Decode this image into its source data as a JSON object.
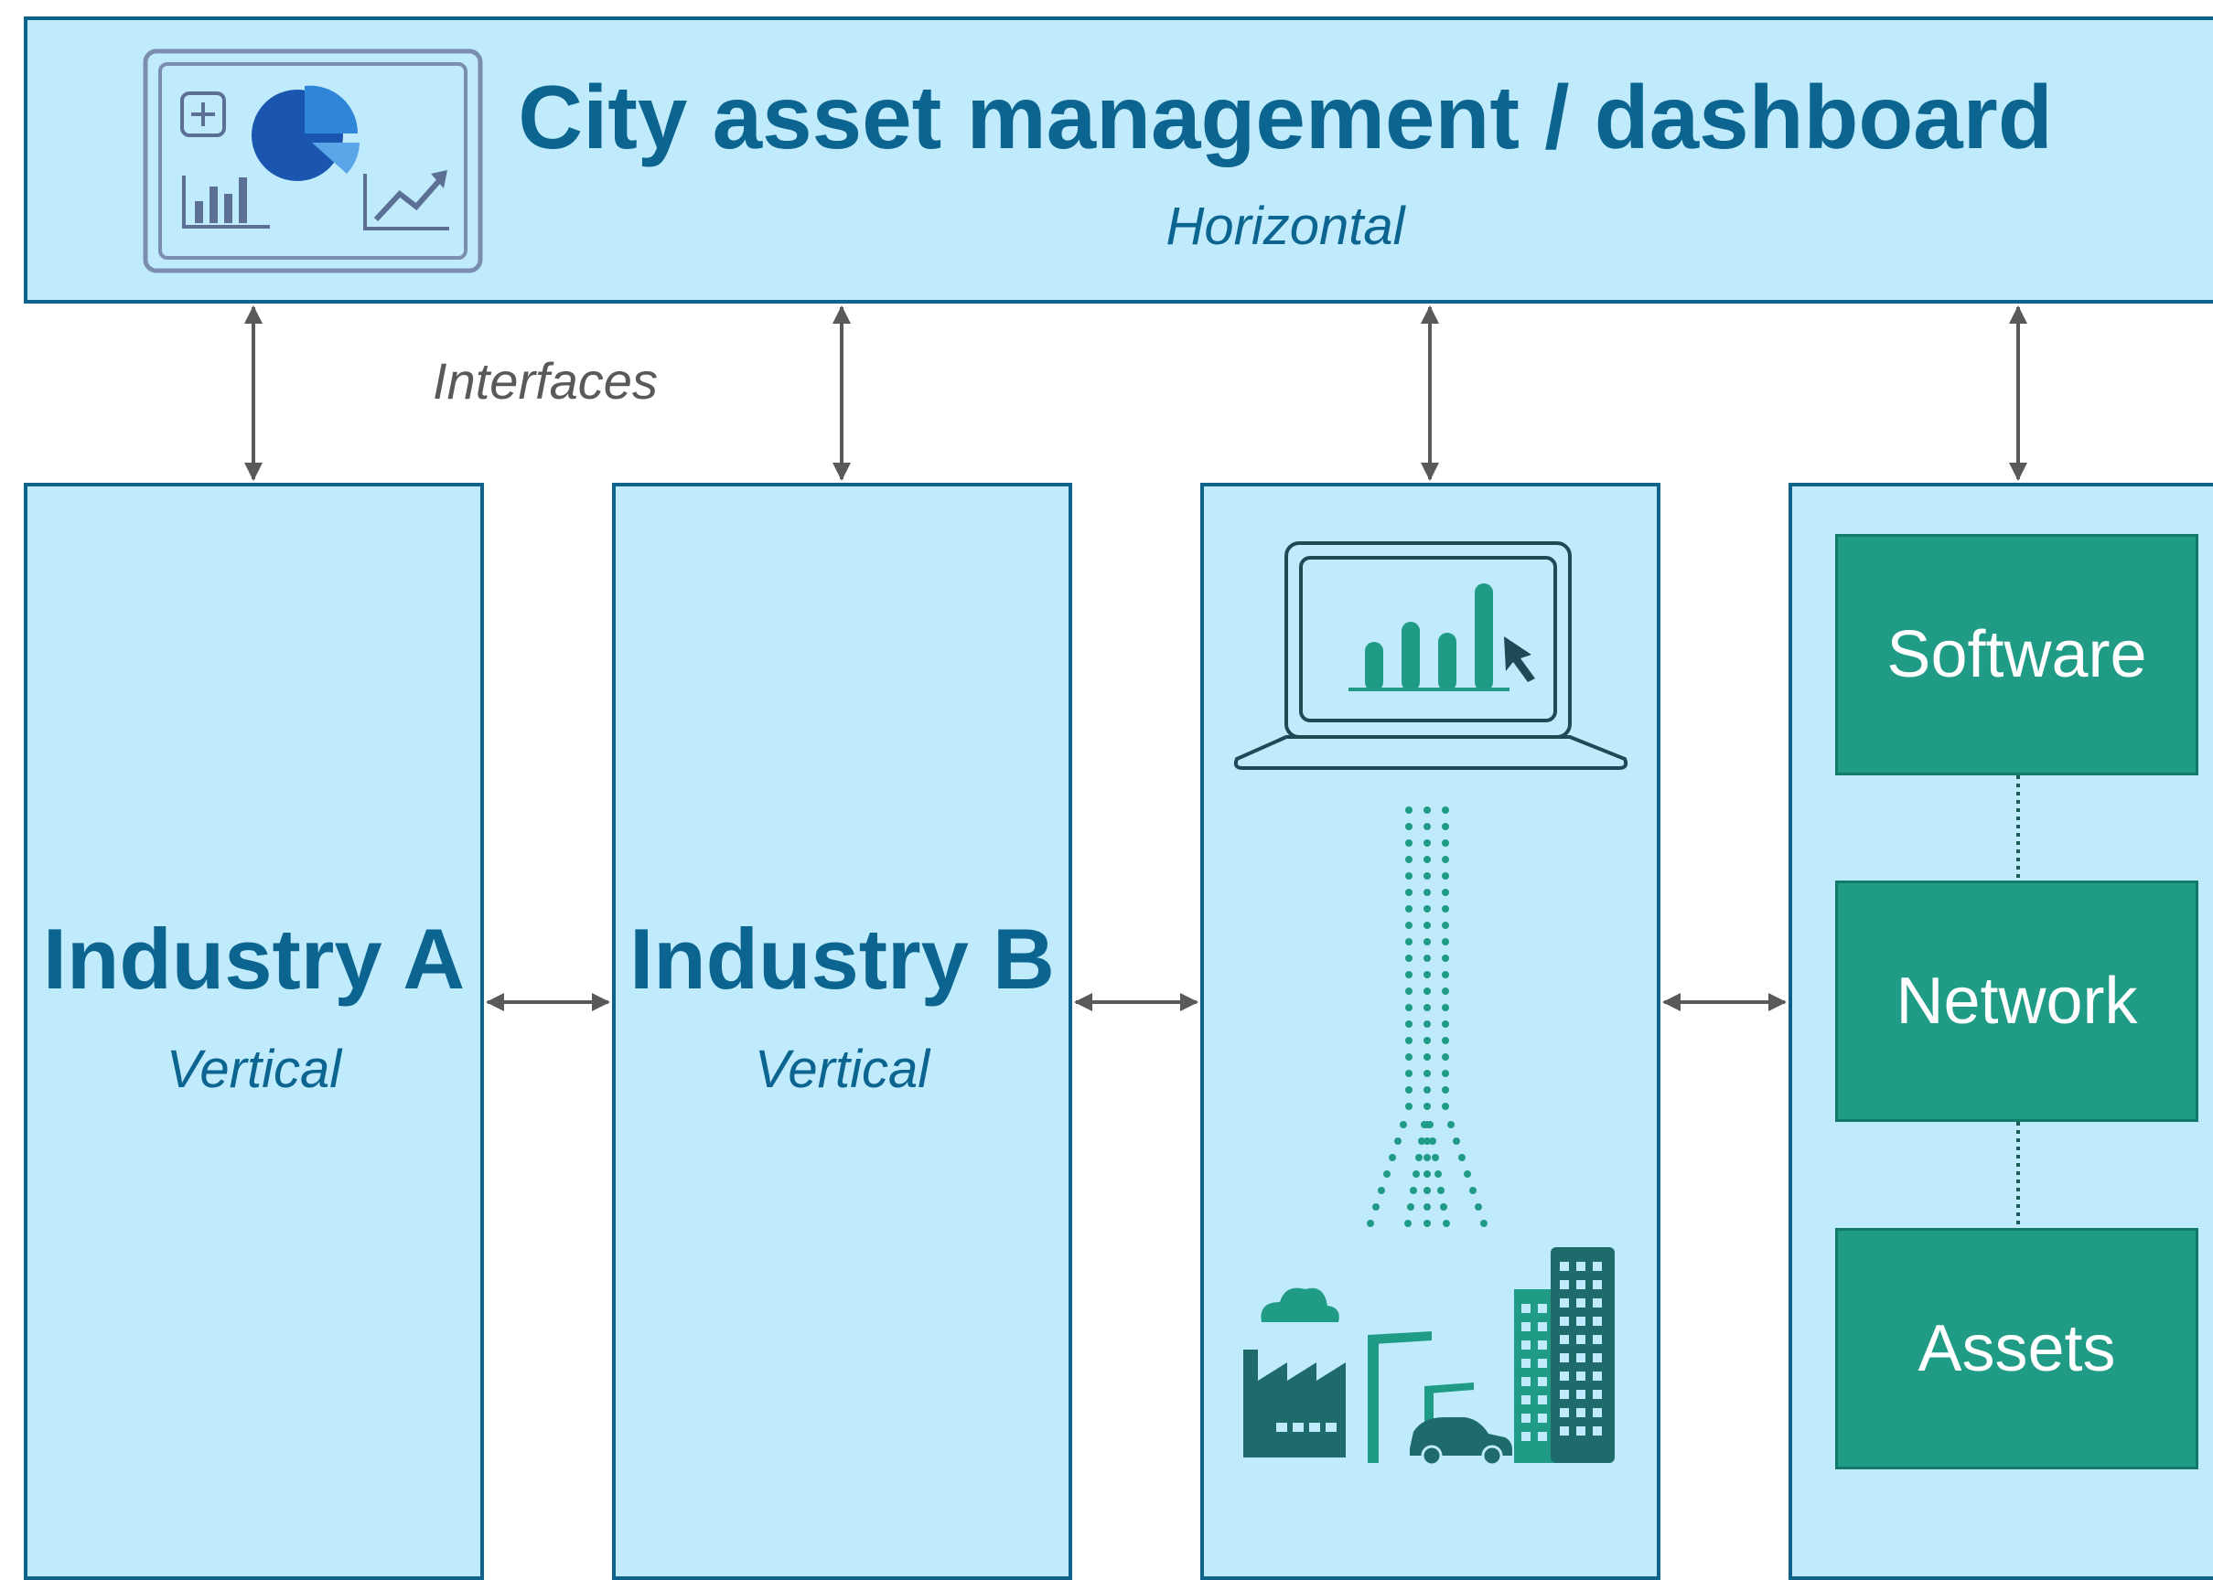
{
  "header": {
    "title": "City asset management / dashboard",
    "subtitle": "Horizontal"
  },
  "interfaces_label": "Interfaces",
  "verticals": [
    {
      "title": "Industry A",
      "subtitle": "Vertical"
    },
    {
      "title": "Industry B",
      "subtitle": "Vertical"
    }
  ],
  "layers": [
    "Software",
    "Network",
    "Assets"
  ],
  "icons": {
    "header": "dashboard-icon",
    "laptop": "laptop-chart-icon",
    "city": "city-skyline-icon"
  },
  "colors": {
    "panel_fill": "#c0ebfc",
    "panel_border": "#0f628a",
    "text_blue": "#0c6590",
    "layer_green": "#1f9b86",
    "connector_gray": "#595959"
  }
}
